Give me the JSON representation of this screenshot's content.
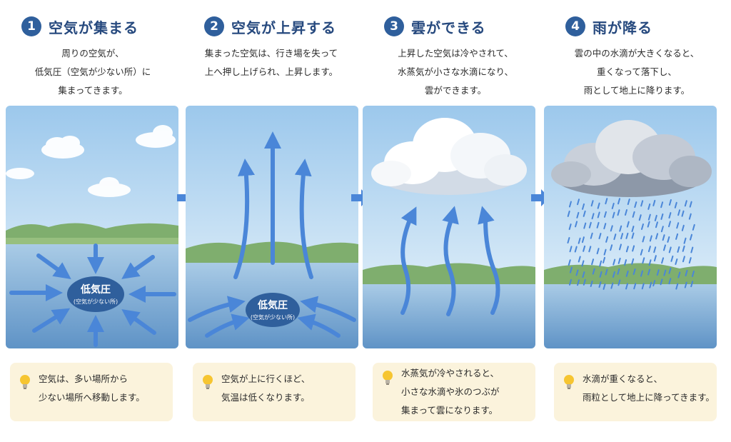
{
  "colors": {
    "title": "#26497e",
    "badge": "#2f5f9c",
    "arrow": "#4a86d8",
    "note_bg": "#fbf3dc",
    "lowpressure": "#2f5f9c"
  },
  "steps": [
    {
      "number": "1",
      "title": "空気が集まる",
      "desc": [
        "周りの空気が、",
        "低気圧（空気が少ない所）に",
        "集まってきます。"
      ],
      "label_main": "低気圧",
      "label_sub": "(空気が少ない所)",
      "note": [
        "空気は、多い場所から",
        "少ない場所へ移動します。"
      ]
    },
    {
      "number": "2",
      "title": "空気が上昇する",
      "desc": [
        "集まった空気は、行き場を失って",
        "上へ押し上げられ、上昇します。"
      ],
      "label_main": "低気圧",
      "label_sub": "(空気が少ない所)",
      "note": [
        "空気が上に行くほど、",
        "気温は低くなります。"
      ]
    },
    {
      "number": "3",
      "title": "雲ができる",
      "desc": [
        "上昇した空気は冷やされて、",
        "水蒸気が小さな水滴になり、",
        "雲ができます。"
      ],
      "note": [
        "水蒸気が冷やされると、",
        "小さな水滴や氷のつぶが",
        "集まって雲になります。"
      ]
    },
    {
      "number": "4",
      "title": "雨が降る",
      "desc": [
        "雲の中の水滴が大きくなると、",
        "重くなって落下し、",
        "雨として地上に降ります。"
      ],
      "note": [
        "水滴が重くなると、",
        "雨粒として地上に降ってきます。"
      ]
    }
  ],
  "icons": {
    "bulb": "lightbulb-icon",
    "next": "right-arrow-icon"
  }
}
